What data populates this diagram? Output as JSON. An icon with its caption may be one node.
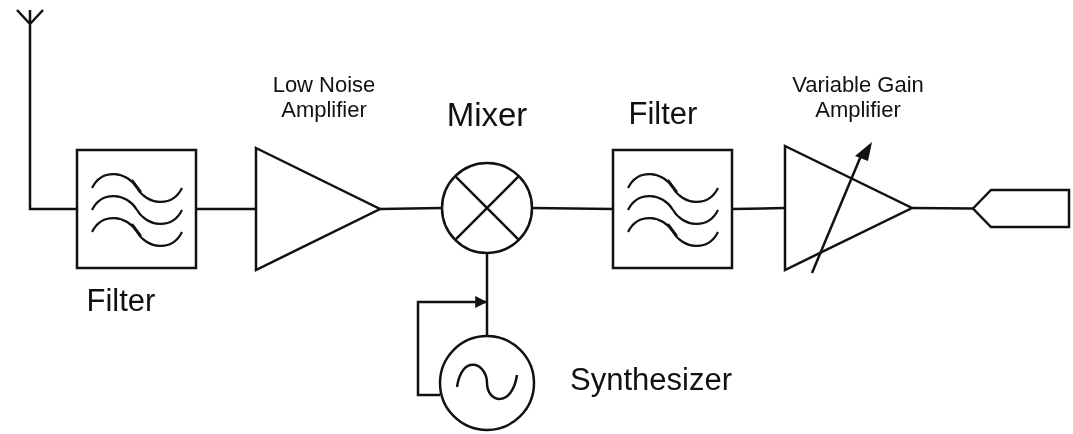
{
  "diagram": {
    "nodes": [
      {
        "text": [],
        "shape": "antenna"
      },
      {
        "text": [
          "Filter"
        ]
      },
      {
        "text": [
          "Low Noise Amplifier"
        ]
      },
      {
        "text": [
          "Mixer"
        ]
      },
      {
        "text": [
          "Filter"
        ]
      },
      {
        "text": [
          "Variable Gain Amplifier"
        ]
      },
      {
        "text": [],
        "shape": "pentagon"
      },
      {
        "text": [
          "Synthesizer"
        ]
      }
    ],
    "edges": [
      {
        "from": 0,
        "to": 1,
        "arrow": "none"
      },
      {
        "from": 1,
        "to": 2,
        "arrow": "none"
      },
      {
        "from": 2,
        "to": 3,
        "arrow": "none"
      },
      {
        "from": 3,
        "to": 4,
        "arrow": "none"
      },
      {
        "from": 4,
        "to": 5,
        "arrow": "none"
      },
      {
        "from": 5,
        "to": 6,
        "arrow": "none"
      },
      {
        "from": 7,
        "to": 3,
        "arrow": "none"
      },
      {
        "from": 7,
        "to": null,
        "arrow": "to"
      }
    ]
  }
}
